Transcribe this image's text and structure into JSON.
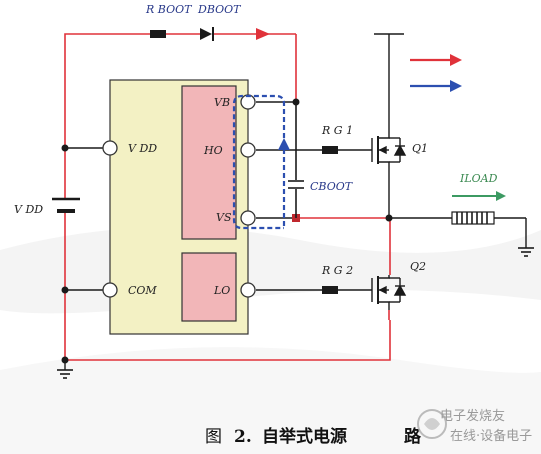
{
  "labels": {
    "rboot": "R BOOT",
    "dboot": "DBOOT",
    "vdd_pin": "V  DD",
    "vdd_source": "V  DD",
    "com": "COM",
    "vb": "VB",
    "ho": "HO",
    "vs": "VS",
    "lo": "LO",
    "rg1": "R   G   1",
    "rg2": "R   G   2",
    "q1": "Q1",
    "q2": "Q2",
    "cboot": "CBOOT",
    "iload": "ILOAD"
  },
  "caption": {
    "prefix": "图",
    "number": "2.",
    "text": "自举式电源",
    "tail": "路"
  },
  "watermark": {
    "text": "电子发烧友",
    "subtext": "在线·设备电子"
  },
  "colors": {
    "charge_path": "#e0323a",
    "discharge_path": "#2c4fb0",
    "load_arrow": "#3c9a62",
    "driver_body": "#f3f1c4",
    "driver_stage": "#f2b6b8",
    "wire": "#1a1a1a"
  },
  "icons": {
    "diode": "diode-icon",
    "resistor": "resistor-icon",
    "capacitor": "capacitor-icon",
    "mosfet": "mosfet-icon",
    "inductor": "inductor-icon",
    "ground": "ground-icon",
    "battery": "battery-icon"
  }
}
